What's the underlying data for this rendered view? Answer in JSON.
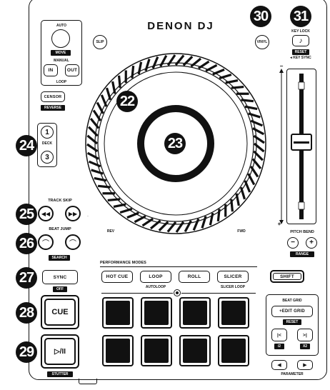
{
  "brand": "DENON DJ",
  "callouts": [
    "22",
    "23",
    "24",
    "25",
    "26",
    "27",
    "28",
    "29",
    "30",
    "31"
  ],
  "top_left": {
    "auto": "AUTO",
    "move": "MOVE",
    "manual": "MANUAL",
    "in": "IN",
    "out": "OUT",
    "loop": "LOOP",
    "censor": "CENSOR",
    "reverse": "REVERSE"
  },
  "slip": "SLIP",
  "vinyl": "VINYL",
  "key": {
    "key_lock": "KEY LOCK",
    "note_icon": "music-note-icon",
    "reset": "RESET",
    "key_sync": "KEY SYNC"
  },
  "deck": {
    "deck1": "1",
    "label": "DECK",
    "deck3": "3"
  },
  "track_skip": "TRACK SKIP",
  "beat_jump": "BEAT JUMP",
  "search": "SEARCH",
  "sync": "SYNC",
  "off": "OFF",
  "cue": "CUE",
  "play": "▷/II",
  "stutter": "STUTTER",
  "platter": {
    "rev": "REV",
    "fwd": "FWD"
  },
  "pitch": {
    "top": "−",
    "bottom": "+",
    "pitch_bend": "PITCH BEND",
    "minus": "−",
    "plus": "+",
    "range": "RANGE"
  },
  "performance": {
    "title": "PERFORMANCE MODES",
    "hot_cue": "HOT CUE",
    "loop": "LOOP",
    "roll": "ROLL",
    "slicer": "SLICER",
    "autoloop": "AUTOLOOP",
    "slicer_loop": "SLICER LOOP"
  },
  "shift": "SHIFT",
  "beat_grid": {
    "title": "BEAT GRID",
    "edit_grid": "+EDIT GRID",
    "reset": "RESET",
    "half": "/2",
    "double": "X2",
    "left": "|<",
    "right": ">|"
  },
  "parameter": "PARAMETER",
  "colors": {
    "ink": "#111111",
    "paper": "#ffffff"
  }
}
